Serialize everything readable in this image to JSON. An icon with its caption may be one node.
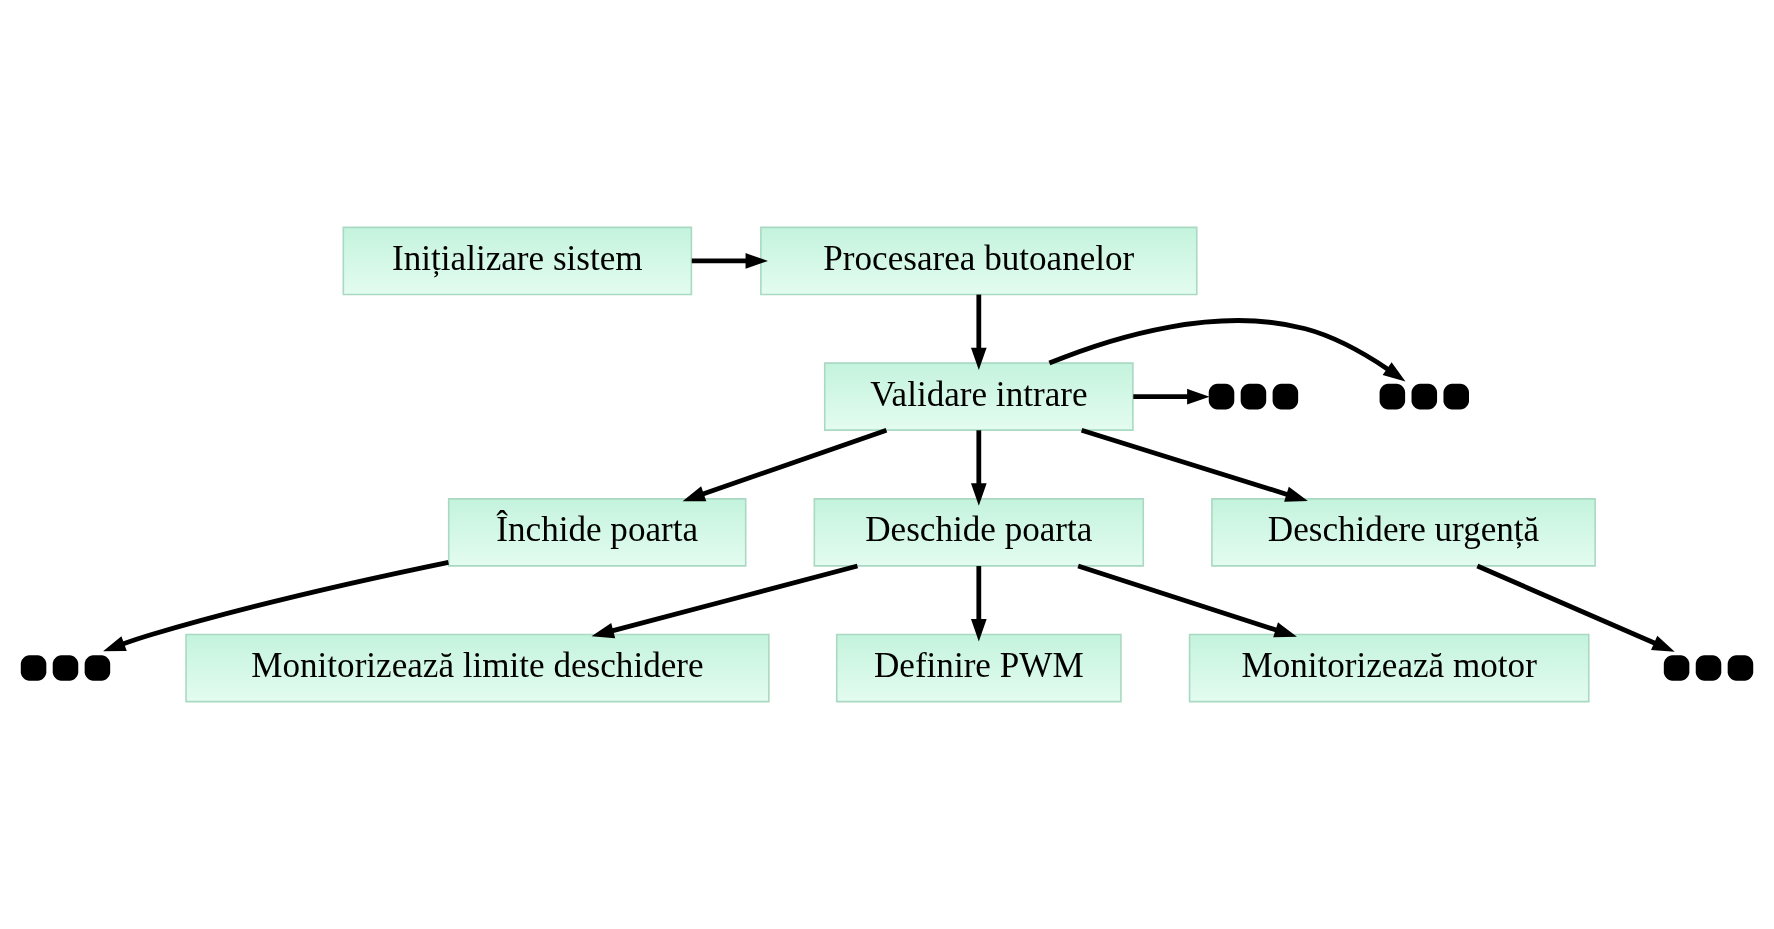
{
  "diagram": {
    "nodes": [
      {
        "text": [
          "Inițializare sistem"
        ]
      },
      {
        "text": [
          "Procesarea butoanelor"
        ]
      },
      {
        "text": [],
        "shape": "dots"
      },
      {
        "text": [
          "Validare intrare"
        ]
      },
      {
        "text": [],
        "shape": "dots"
      },
      {
        "text": [
          "Închide poarta"
        ]
      },
      {
        "text": [
          "Deschide poarta"
        ]
      },
      {
        "text": [
          "Deschidere urgență"
        ]
      },
      {
        "text": [
          "Monitorizează limite deschidere"
        ]
      },
      {
        "text": [
          "Definire PWM"
        ]
      },
      {
        "text": [
          "Monitorizează motor"
        ]
      },
      {
        "text": [],
        "shape": "dots"
      },
      {
        "text": [],
        "shape": "dots"
      }
    ],
    "edges": [
      {
        "from": 0,
        "to": 1,
        "arrow": "to"
      },
      {
        "from": 1,
        "to": 3,
        "arrow": "to"
      },
      {
        "from": 3,
        "to": 2,
        "arrow": "to"
      },
      {
        "from": 3,
        "to": 5,
        "arrow": "to"
      },
      {
        "from": 3,
        "to": 6,
        "arrow": "to"
      },
      {
        "from": 3,
        "to": 7,
        "arrow": "to"
      },
      {
        "from": 3,
        "to": 4,
        "arrow": "to"
      },
      {
        "from": 5,
        "to": 11,
        "arrow": "to"
      },
      {
        "from": 6,
        "to": 8,
        "arrow": "to"
      },
      {
        "from": 6,
        "to": 9,
        "arrow": "to"
      },
      {
        "from": 6,
        "to": 10,
        "arrow": "to"
      },
      {
        "from": 7,
        "to": 12,
        "arrow": "to"
      }
    ]
  }
}
